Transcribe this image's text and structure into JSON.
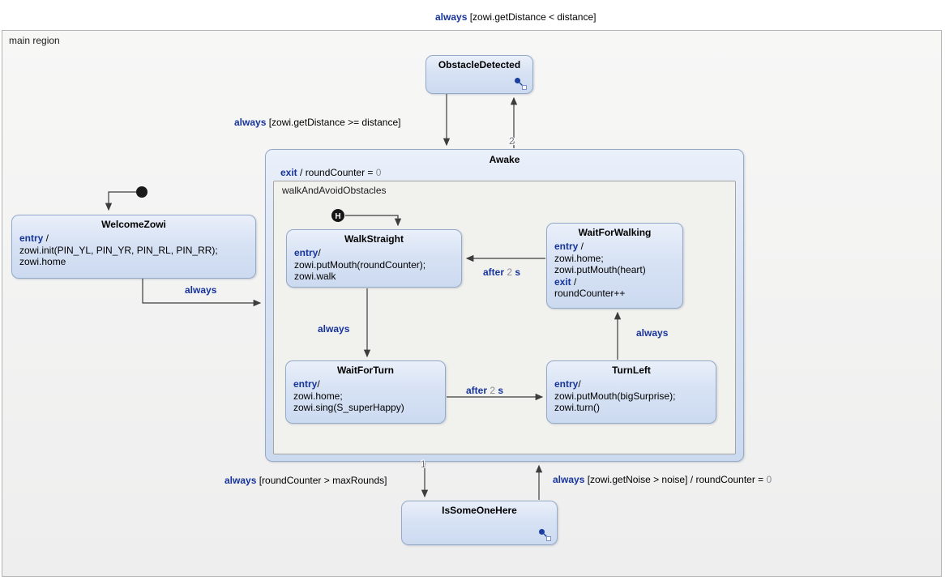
{
  "page": {
    "main_region_label": "main region"
  },
  "pseudostates": {
    "history_label": "H"
  },
  "states": {
    "obstacleDetected": {
      "title": "ObstacleDetected"
    },
    "awake": {
      "title": "Awake",
      "exit_kw": "exit",
      "exit_mid": " / roundCounter = ",
      "exit_num": "0",
      "region_label": "walkAndAvoidObstacles"
    },
    "welcomeZowi": {
      "title": "WelcomeZowi",
      "entry_kw": "entry",
      "entry_suffix": " /",
      "action1": "zowi.init(PIN_YL, PIN_YR, PIN_RL, PIN_RR);",
      "action2": "zowi.home"
    },
    "walkStraight": {
      "title": "WalkStraight",
      "entry_kw": "entry",
      "entry_suffix": "/",
      "action1": "zowi.putMouth(roundCounter);",
      "action2": "zowi.walk"
    },
    "waitForWalking": {
      "title": "WaitForWalking",
      "entry_kw": "entry",
      "entry_suffix": " /",
      "action1": "zowi.home;",
      "action2": "zowi.putMouth(heart)",
      "exit_kw": "exit",
      "exit_suffix": " /",
      "exit_action": "roundCounter++"
    },
    "waitForTurn": {
      "title": "WaitForTurn",
      "entry_kw": "entry",
      "entry_suffix": "/",
      "action1": "zowi.home;",
      "action2": "zowi.sing(S_superHappy)"
    },
    "turnLeft": {
      "title": "TurnLeft",
      "entry_kw": "entry",
      "entry_suffix": "/",
      "action1": "zowi.putMouth(bigSurprise);",
      "action2": "zowi.turn()"
    },
    "isSomeOneHere": {
      "title": "IsSomeOneHere"
    }
  },
  "transitions": {
    "awakeToObstacle": {
      "kw": "always",
      "rest": " [zowi.getDistance < distance]",
      "priority": "2"
    },
    "obstacleToAwake": {
      "kw": "always",
      "rest": " [zowi.getDistance >= distance]"
    },
    "welcomeToAwake": {
      "kw": "always"
    },
    "waitWalkingToWalk": {
      "kw1": "after",
      "num": " 2 ",
      "kw2": "s"
    },
    "walkToWaitForTurn": {
      "kw": "always"
    },
    "waitTurnToTurnLeft": {
      "kw1": "after",
      "num": " 2 ",
      "kw2": "s"
    },
    "turnLeftToWaitWalking": {
      "kw": "always"
    },
    "awakeToIsSomeone": {
      "kw": "always",
      "rest": " [roundCounter > maxRounds]",
      "priority": "1"
    },
    "isSomeoneToAwake": {
      "kw": "always",
      "rest": " [zowi.getNoise > noise] / roundCounter = ",
      "num": "0"
    }
  },
  "colors": {
    "keyword_blue": "#17349c",
    "number_gray": "#8b8b95",
    "state_fill_top": "#eaf0fa",
    "state_fill_bottom": "#ccdaf0",
    "state_border": "#95aac9",
    "arrow": "#3d3d3d"
  }
}
